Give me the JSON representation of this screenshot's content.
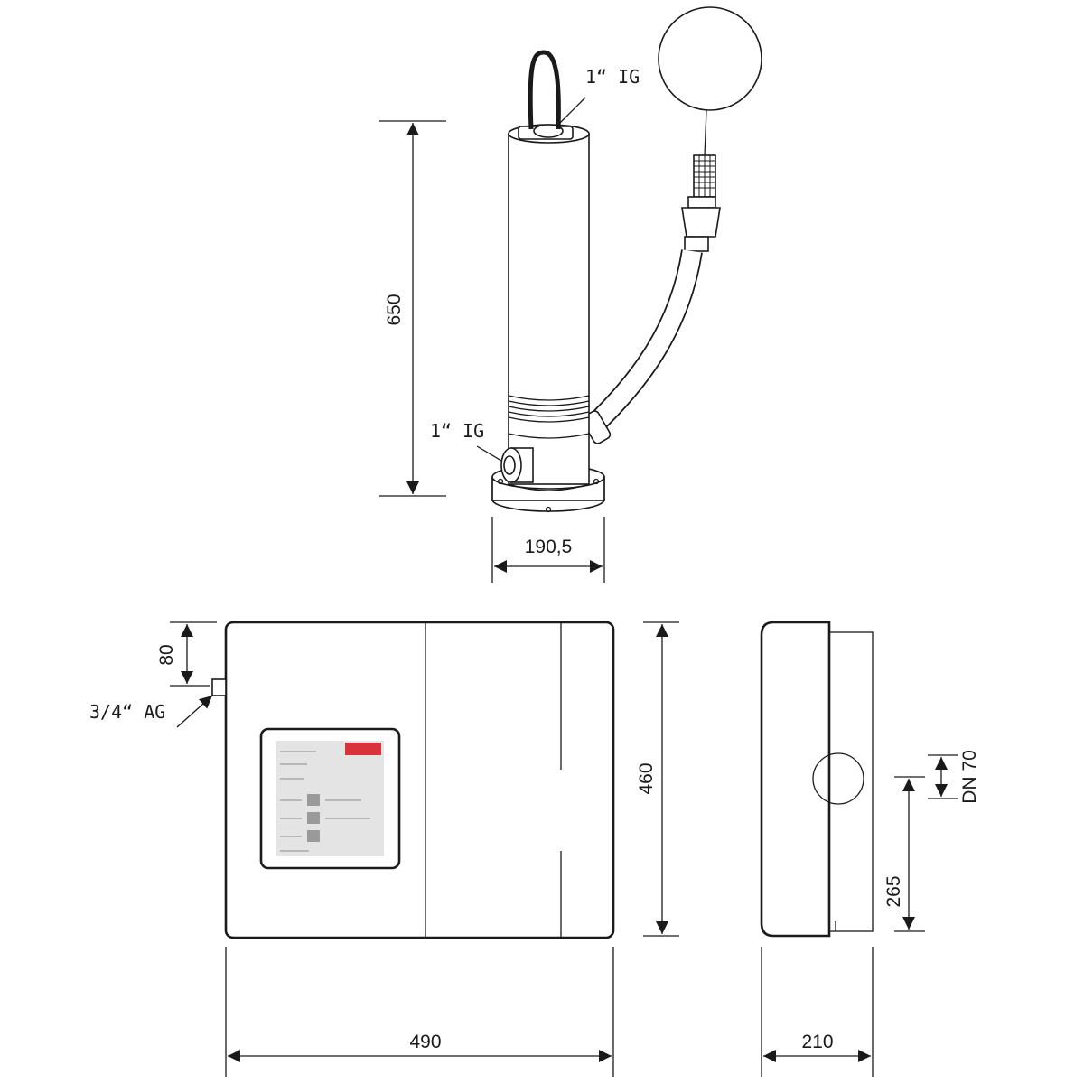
{
  "pump": {
    "outlet_label": "1“ IG",
    "inlet_label": "1“ IG",
    "height_dim": "650",
    "width_dim": "190,5"
  },
  "control_box": {
    "inlet_label": "3/4“ AG",
    "inlet_offset_dim": "80",
    "height_dim": "460",
    "width_dim": "490"
  },
  "side_view": {
    "depth_dim": "210",
    "outlet_height_dim": "265",
    "outlet_size_dim": "DN 70"
  },
  "colors": {
    "line": "#1a1a1a",
    "panel_fill": "#e4e4e4",
    "brand": "#d9323a"
  }
}
